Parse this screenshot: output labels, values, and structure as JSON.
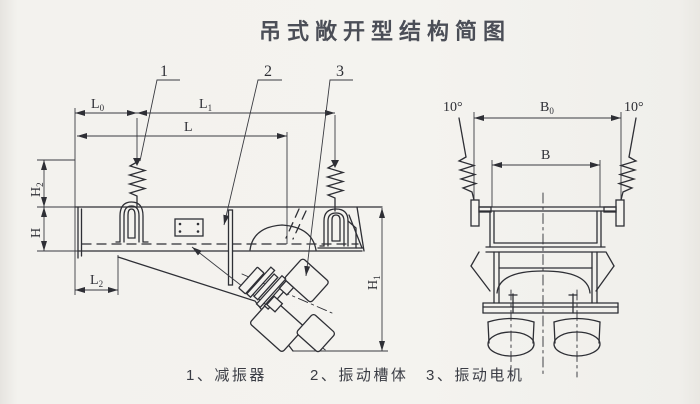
{
  "title": "吊式敞开型结构简图",
  "legend": {
    "items": [
      {
        "num": "1、",
        "label": "减振器"
      },
      {
        "num": "2、",
        "label": "振动槽体"
      },
      {
        "num": "3、",
        "label": "振动电机"
      }
    ]
  },
  "callouts": {
    "c1": "1",
    "c2": "2",
    "c3": "3"
  },
  "side_view": {
    "labels": {
      "L0": {
        "main": "L",
        "sub": "0"
      },
      "L1": {
        "main": "L",
        "sub": "1"
      },
      "L": {
        "main": "L",
        "sub": ""
      },
      "L2": {
        "main": "L",
        "sub": "2"
      },
      "H2": {
        "main": "H",
        "sub": "2"
      },
      "H": {
        "main": "H",
        "sub": ""
      },
      "H1": {
        "main": "H",
        "sub": "1"
      }
    }
  },
  "end_view": {
    "labels": {
      "B0": {
        "main": "B",
        "sub": "0"
      },
      "B": {
        "main": "B",
        "sub": ""
      },
      "angle_left": "10°",
      "angle_right": "10°"
    }
  },
  "colors": {
    "paper": "#f4f3ef",
    "ink": "#2e2f35",
    "title_text": "#4b4e57"
  }
}
